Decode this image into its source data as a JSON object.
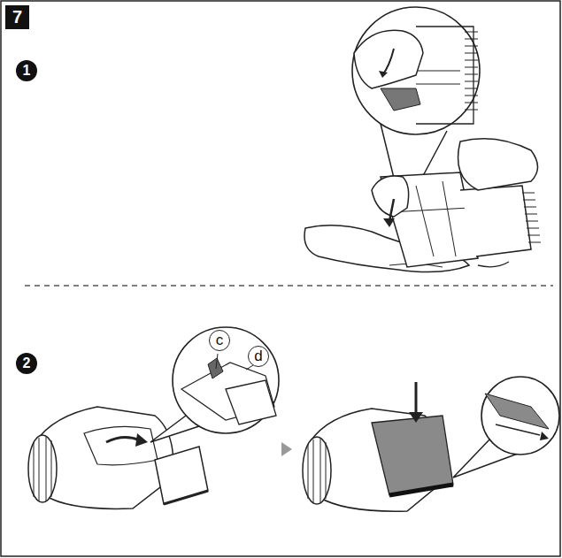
{
  "diagram": {
    "title": "7",
    "labels": [
      "1",
      "2",
      "c",
      "d"
    ]
  }
}
